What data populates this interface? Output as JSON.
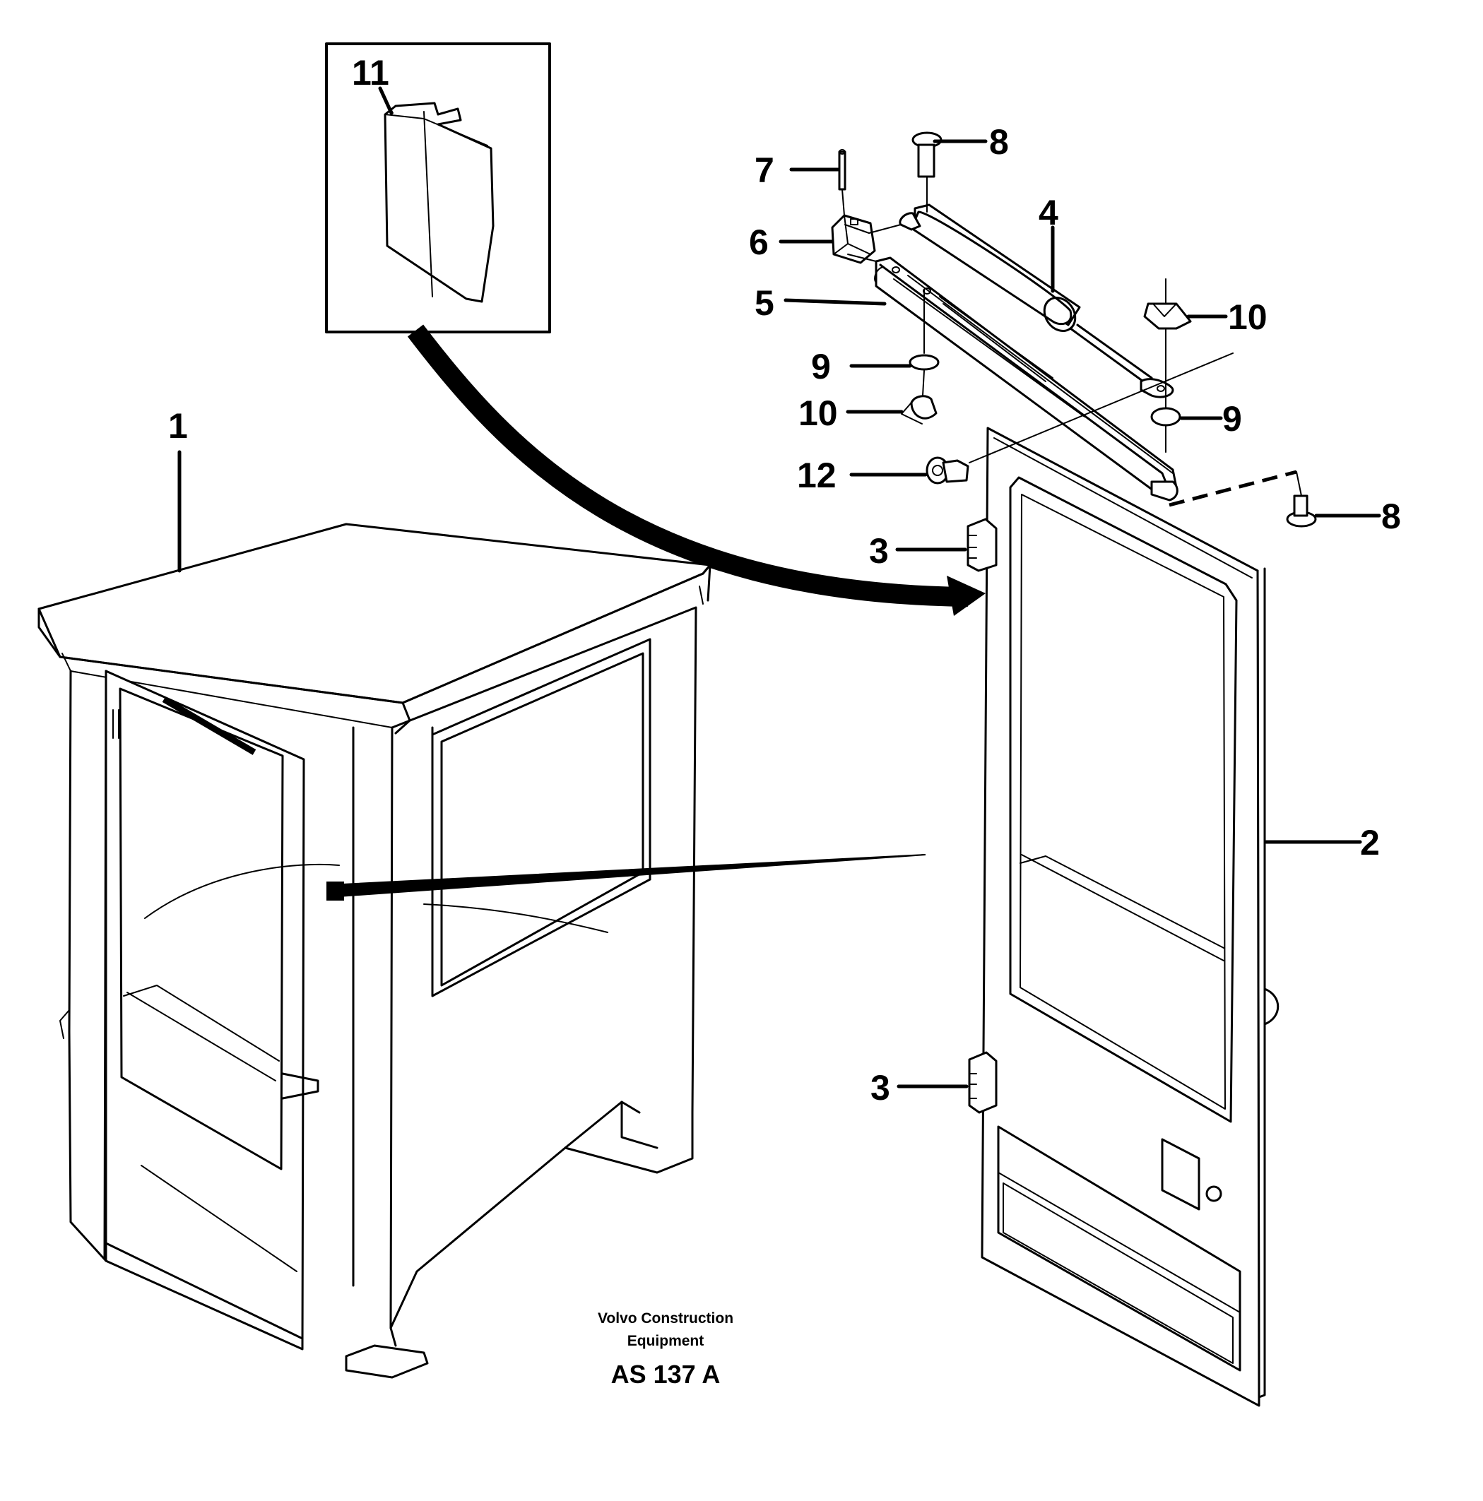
{
  "drawing": {
    "background": "#ffffff",
    "ink": "#000000",
    "callouts": {
      "c1": "1",
      "c2": "2",
      "c3a": "3",
      "c3b": "3",
      "c4": "4",
      "c5": "5",
      "c6": "6",
      "c7": "7",
      "c8a": "8",
      "c8b": "8",
      "c9a": "9",
      "c9b": "9",
      "c10a": "10",
      "c10b": "10",
      "c11": "11",
      "c12": "12"
    },
    "caption": {
      "line1": "Volvo Construction",
      "line2": "Equipment",
      "code": "AS 137 A"
    }
  }
}
